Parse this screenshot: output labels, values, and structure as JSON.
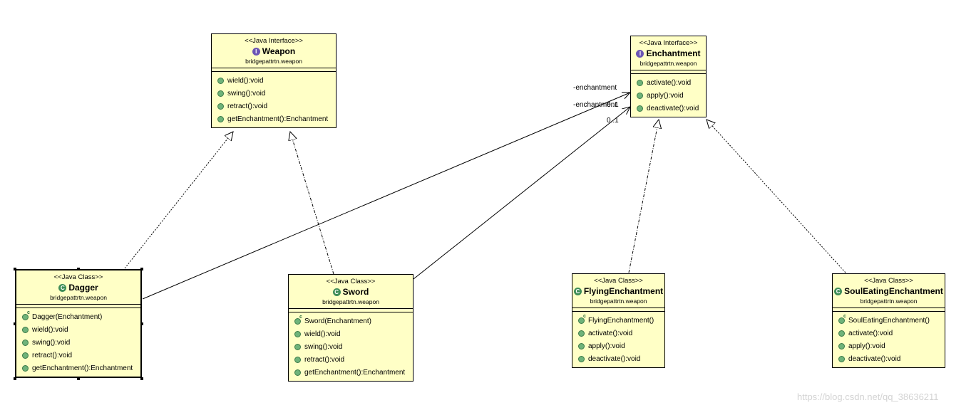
{
  "classes": {
    "weapon": {
      "stereotype": "<<Java Interface>>",
      "name": "Weapon",
      "package": "bridgepattrtn.weapon",
      "operations": [
        "wield():void",
        "swing():void",
        "retract():void",
        "getEnchantment():Enchantment"
      ]
    },
    "enchantment": {
      "stereotype": "<<Java Interface>>",
      "name": "Enchantment",
      "package": "bridgepattrtn.weapon",
      "operations": [
        "activate():void",
        "apply():void",
        "deactivate():void"
      ]
    },
    "dagger": {
      "stereotype": "<<Java Class>>",
      "name": "Dagger",
      "package": "bridgepattrtn.weapon",
      "operations": [
        "Dagger(Enchantment)",
        "wield():void",
        "swing():void",
        "retract():void",
        "getEnchantment():Enchantment"
      ]
    },
    "sword": {
      "stereotype": "<<Java Class>>",
      "name": "Sword",
      "package": "bridgepattrtn.weapon",
      "operations": [
        "Sword(Enchantment)",
        "wield():void",
        "swing():void",
        "retract():void",
        "getEnchantment():Enchantment"
      ]
    },
    "flying": {
      "stereotype": "<<Java Class>>",
      "name": "FlyingEnchantment",
      "package": "bridgepattrtn.weapon",
      "operations": [
        "FlyingEnchantment()",
        "activate():void",
        "apply():void",
        "deactivate():void"
      ]
    },
    "souleating": {
      "stereotype": "<<Java Class>>",
      "name": "SoulEatingEnchantment",
      "package": "bridgepattrtn.weapon",
      "operations": [
        "SoulEatingEnchantment()",
        "activate():void",
        "apply():void",
        "deactivate():void"
      ]
    }
  },
  "associations": {
    "dagger_role": "-enchantment",
    "sword_role": "-enchantment",
    "dagger_mult": "0..1",
    "sword_mult": "0..1"
  },
  "icons": {
    "interface_glyph": "I",
    "class_glyph": "C"
  },
  "watermark": "https://blog.csdn.net/qq_38636211"
}
